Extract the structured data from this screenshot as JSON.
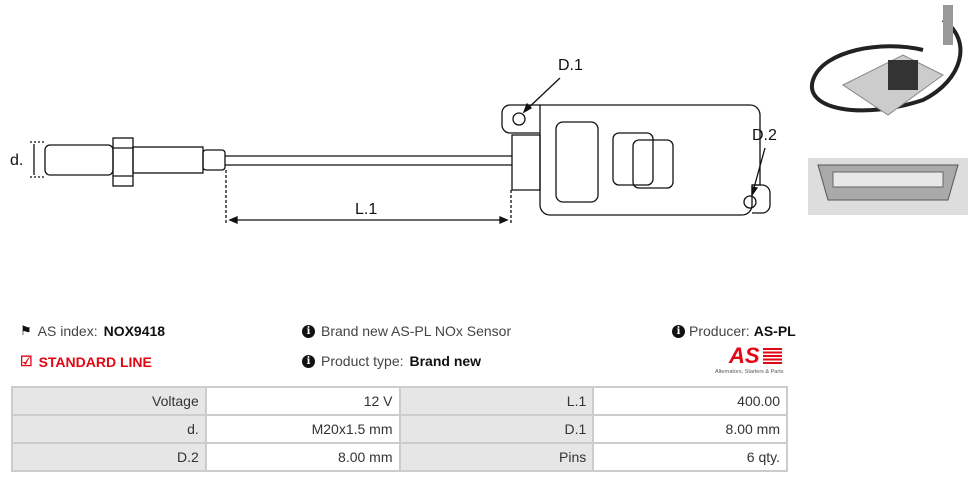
{
  "drawing": {
    "label_d": "d.",
    "label_l1": "L.1",
    "label_d1": "D.1",
    "label_d2": "D.2"
  },
  "info": {
    "as_index_label": "AS index:",
    "as_index_value": "NOX9418",
    "line": "STANDARD LINE",
    "description": "Brand new AS-PL NOx Sensor",
    "product_type_label": "Product type:",
    "product_type_value": "Brand new",
    "producer_label": "Producer:",
    "producer_value": "AS-PL",
    "logo_text": "AS",
    "logo_tagline": "Alternators, Starters & Parts"
  },
  "specs": [
    {
      "k1": "Voltage",
      "v1": "12 V",
      "k2": "L.1",
      "v2": "400.00"
    },
    {
      "k1": "d.",
      "v1": "M20x1.5 mm",
      "k2": "D.1",
      "v2": "8.00 mm"
    },
    {
      "k1": "D.2",
      "v1": "8.00 mm",
      "k2": "Pins",
      "v2": "6 qty."
    }
  ]
}
